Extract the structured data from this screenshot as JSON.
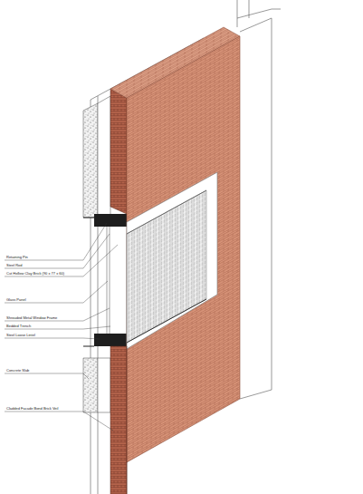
{
  "diagram": {
    "labels": [
      "Retaining Pin",
      "Steel Rod",
      "Cut Hollow Clay Brick (90 x 77 x 60)",
      "Glass Panel",
      "Shrouded Metal Window Frame",
      "Bedded Trench",
      "Steel Loose Lintel",
      "Concrete Slab",
      "Cladded Facade Bond Brick Veil"
    ]
  }
}
